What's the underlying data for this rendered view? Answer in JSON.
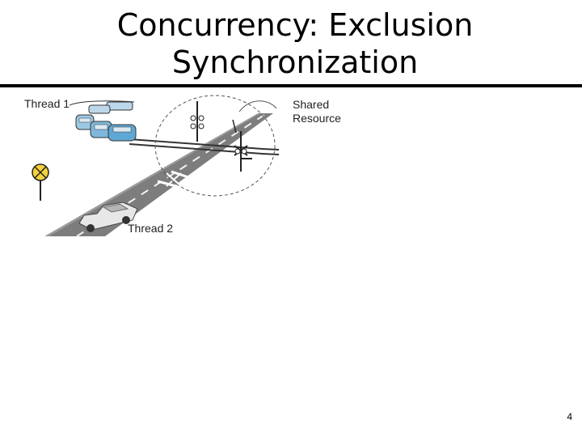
{
  "slide": {
    "title_line1": "Concurrency: Exclusion",
    "title_line2": "Synchronization",
    "labels": {
      "thread1": "Thread 1",
      "shared_line1": "Shared",
      "shared_line2": "Resource",
      "thread2": "Thread 2"
    },
    "page_number": "4"
  }
}
